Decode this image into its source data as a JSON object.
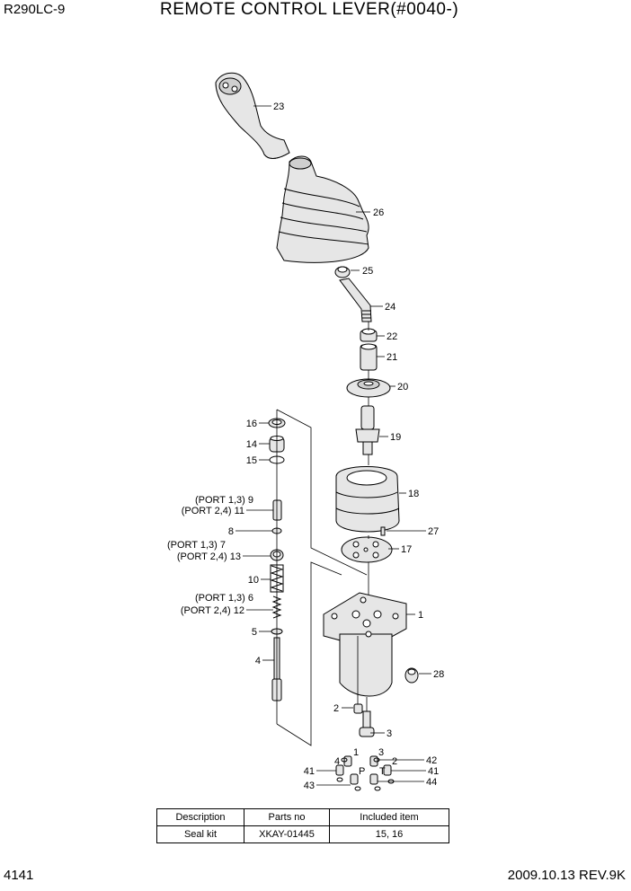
{
  "header": {
    "model": "R290LC-9",
    "title": "REMOTE CONTROL LEVER(#0040-)"
  },
  "footer": {
    "page": "4141",
    "date_rev": "2009.10.13  REV.9K"
  },
  "callouts": {
    "p23": "23",
    "p26": "26",
    "p25": "25",
    "p24": "24",
    "p22": "22",
    "p21": "21",
    "p20": "20",
    "p19": "19",
    "p18": "18",
    "p27": "27",
    "p17": "17",
    "p1": "1",
    "p28": "28",
    "p2": "2",
    "p3": "3",
    "p16": "16",
    "p14": "14",
    "p15": "15",
    "p9": "(PORT 1,3) 9",
    "p11": "(PORT 2,4) 11",
    "p8": "8",
    "p7": "(PORT 1,3)  7",
    "p13": "(PORT 2,4) 13",
    "p10": "10",
    "p6": "(PORT 1,3) 6",
    "p12": "(PORT 2,4) 12",
    "p5": "5",
    "p4": "4",
    "p42": "42",
    "p41a": "41",
    "p41b": "41",
    "p43": "43",
    "p44": "44"
  },
  "port_marks": {
    "m1": "1",
    "m2": "2",
    "m3": "3",
    "m4": "4",
    "mP": "P",
    "mT": "T"
  },
  "kit_table": {
    "headers": [
      "Description",
      "Parts no",
      "Included item"
    ],
    "rows": [
      [
        "Seal kit",
        "XKAY-01445",
        "15, 16"
      ]
    ]
  }
}
